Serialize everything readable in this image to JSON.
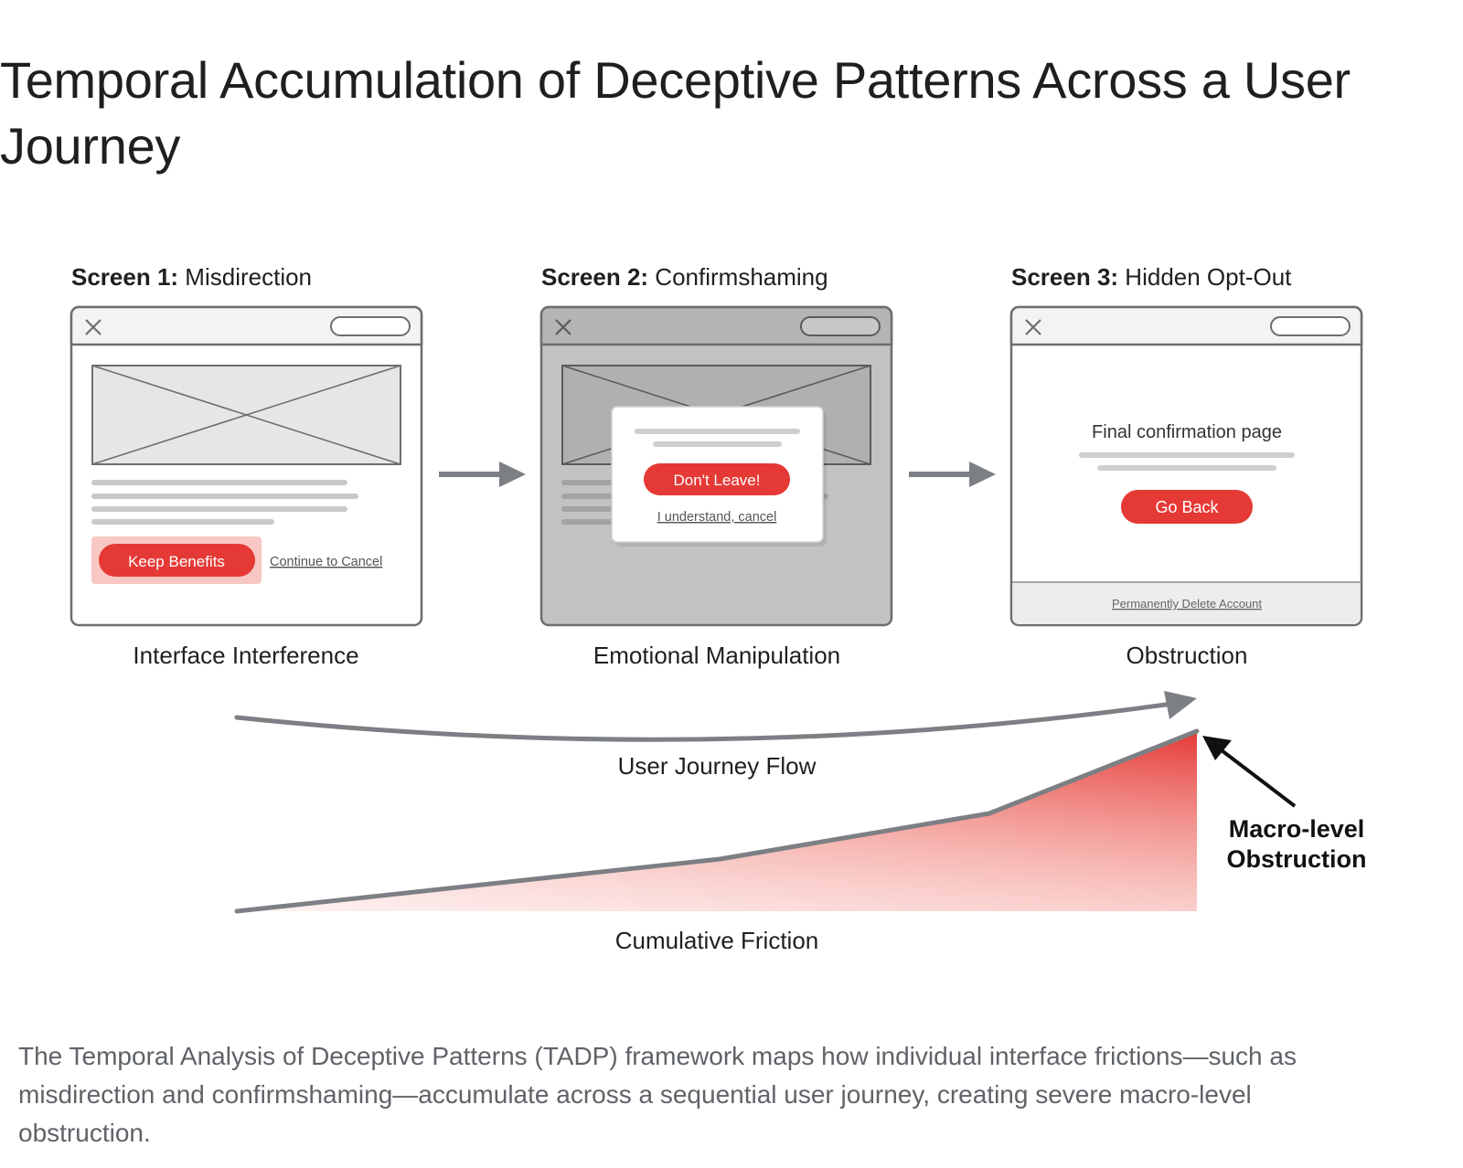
{
  "title": "Temporal Accumulation of Deceptive Patterns Across a User Journey",
  "colors": {
    "accent_red": "#e53935",
    "highlight_pink": "#f8c7c4",
    "frame_stroke": "#6e6e6e",
    "flow_gray": "#7c7f84"
  },
  "screens": [
    {
      "heading_bold": "Screen 1:",
      "heading_rest": " Misdirection",
      "primary_button": "Keep Benefits",
      "secondary_link": "Continue to Cancel",
      "category": "Interface Interference",
      "icons": [
        "close-icon",
        "image-placeholder-icon"
      ]
    },
    {
      "heading_bold": "Screen 2:",
      "heading_rest": " Confirmshaming",
      "primary_button": "Don't Leave!",
      "secondary_link": "I understand, cancel",
      "category": "Emotional Manipulation",
      "icons": [
        "close-icon",
        "image-placeholder-icon"
      ]
    },
    {
      "heading_bold": "Screen 3:",
      "heading_rest": " Hidden Opt-Out",
      "page_text": "Final confirmation page",
      "primary_button": "Go Back",
      "footer_link": "Permanently Delete Account",
      "category": "Obstruction",
      "icons": [
        "close-icon"
      ]
    }
  ],
  "flow_label": "User Journey Flow",
  "friction_label": "Cumulative Friction",
  "callout": {
    "line1": "Macro-level",
    "line2": "Obstruction"
  },
  "caption": "The Temporal Analysis of Deceptive Patterns (TADP) framework maps how individual interface frictions—such as misdirection and confirmshaming—accumulate across a sequential user journey, creating severe macro-level obstruction."
}
